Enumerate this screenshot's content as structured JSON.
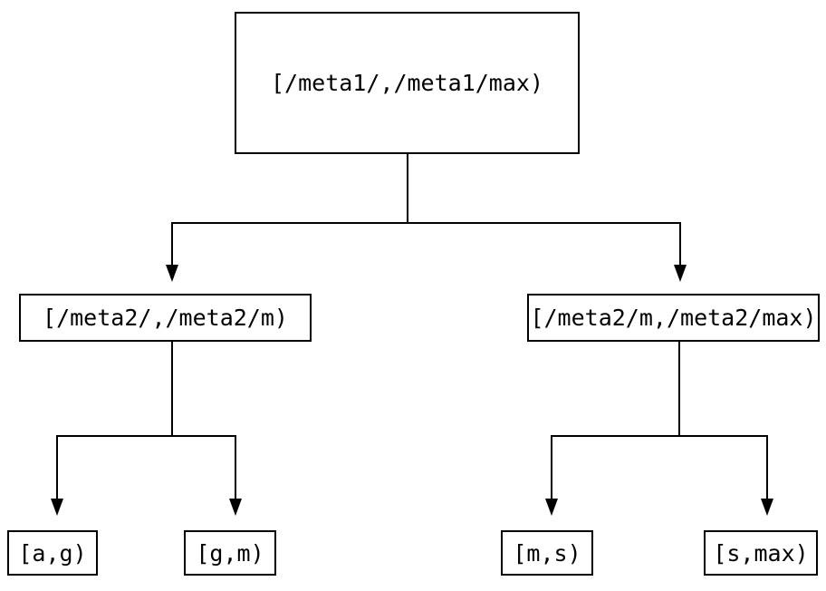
{
  "diagram": {
    "type": "tree",
    "colors": {
      "background": "#ffffff",
      "stroke": "#000000",
      "text": "#000000"
    },
    "nodes": {
      "root": {
        "label": "[/meta1/,/meta1/max)"
      },
      "meta2_low": {
        "label": "[/meta2/,/meta2/m)"
      },
      "meta2_high": {
        "label": "[/meta2/m,/meta2/max)"
      },
      "leaf_a_g": {
        "label": "[a,g)"
      },
      "leaf_g_m": {
        "label": "[g,m)"
      },
      "leaf_m_s": {
        "label": "[m,s)"
      },
      "leaf_s_max": {
        "label": "[s,max)"
      }
    },
    "edges": [
      {
        "from": "[/meta1/,/meta1/max)",
        "to": "[/meta2/,/meta2/m)"
      },
      {
        "from": "[/meta1/,/meta1/max)",
        "to": "[/meta2/m,/meta2/max)"
      },
      {
        "from": "[/meta2/,/meta2/m)",
        "to": "[a,g)"
      },
      {
        "from": "[/meta2/,/meta2/m)",
        "to": "[g,m)"
      },
      {
        "from": "[/meta2/m,/meta2/max)",
        "to": "[m,s)"
      },
      {
        "from": "[/meta2/m,/meta2/max)",
        "to": "[s,max)"
      }
    ]
  }
}
